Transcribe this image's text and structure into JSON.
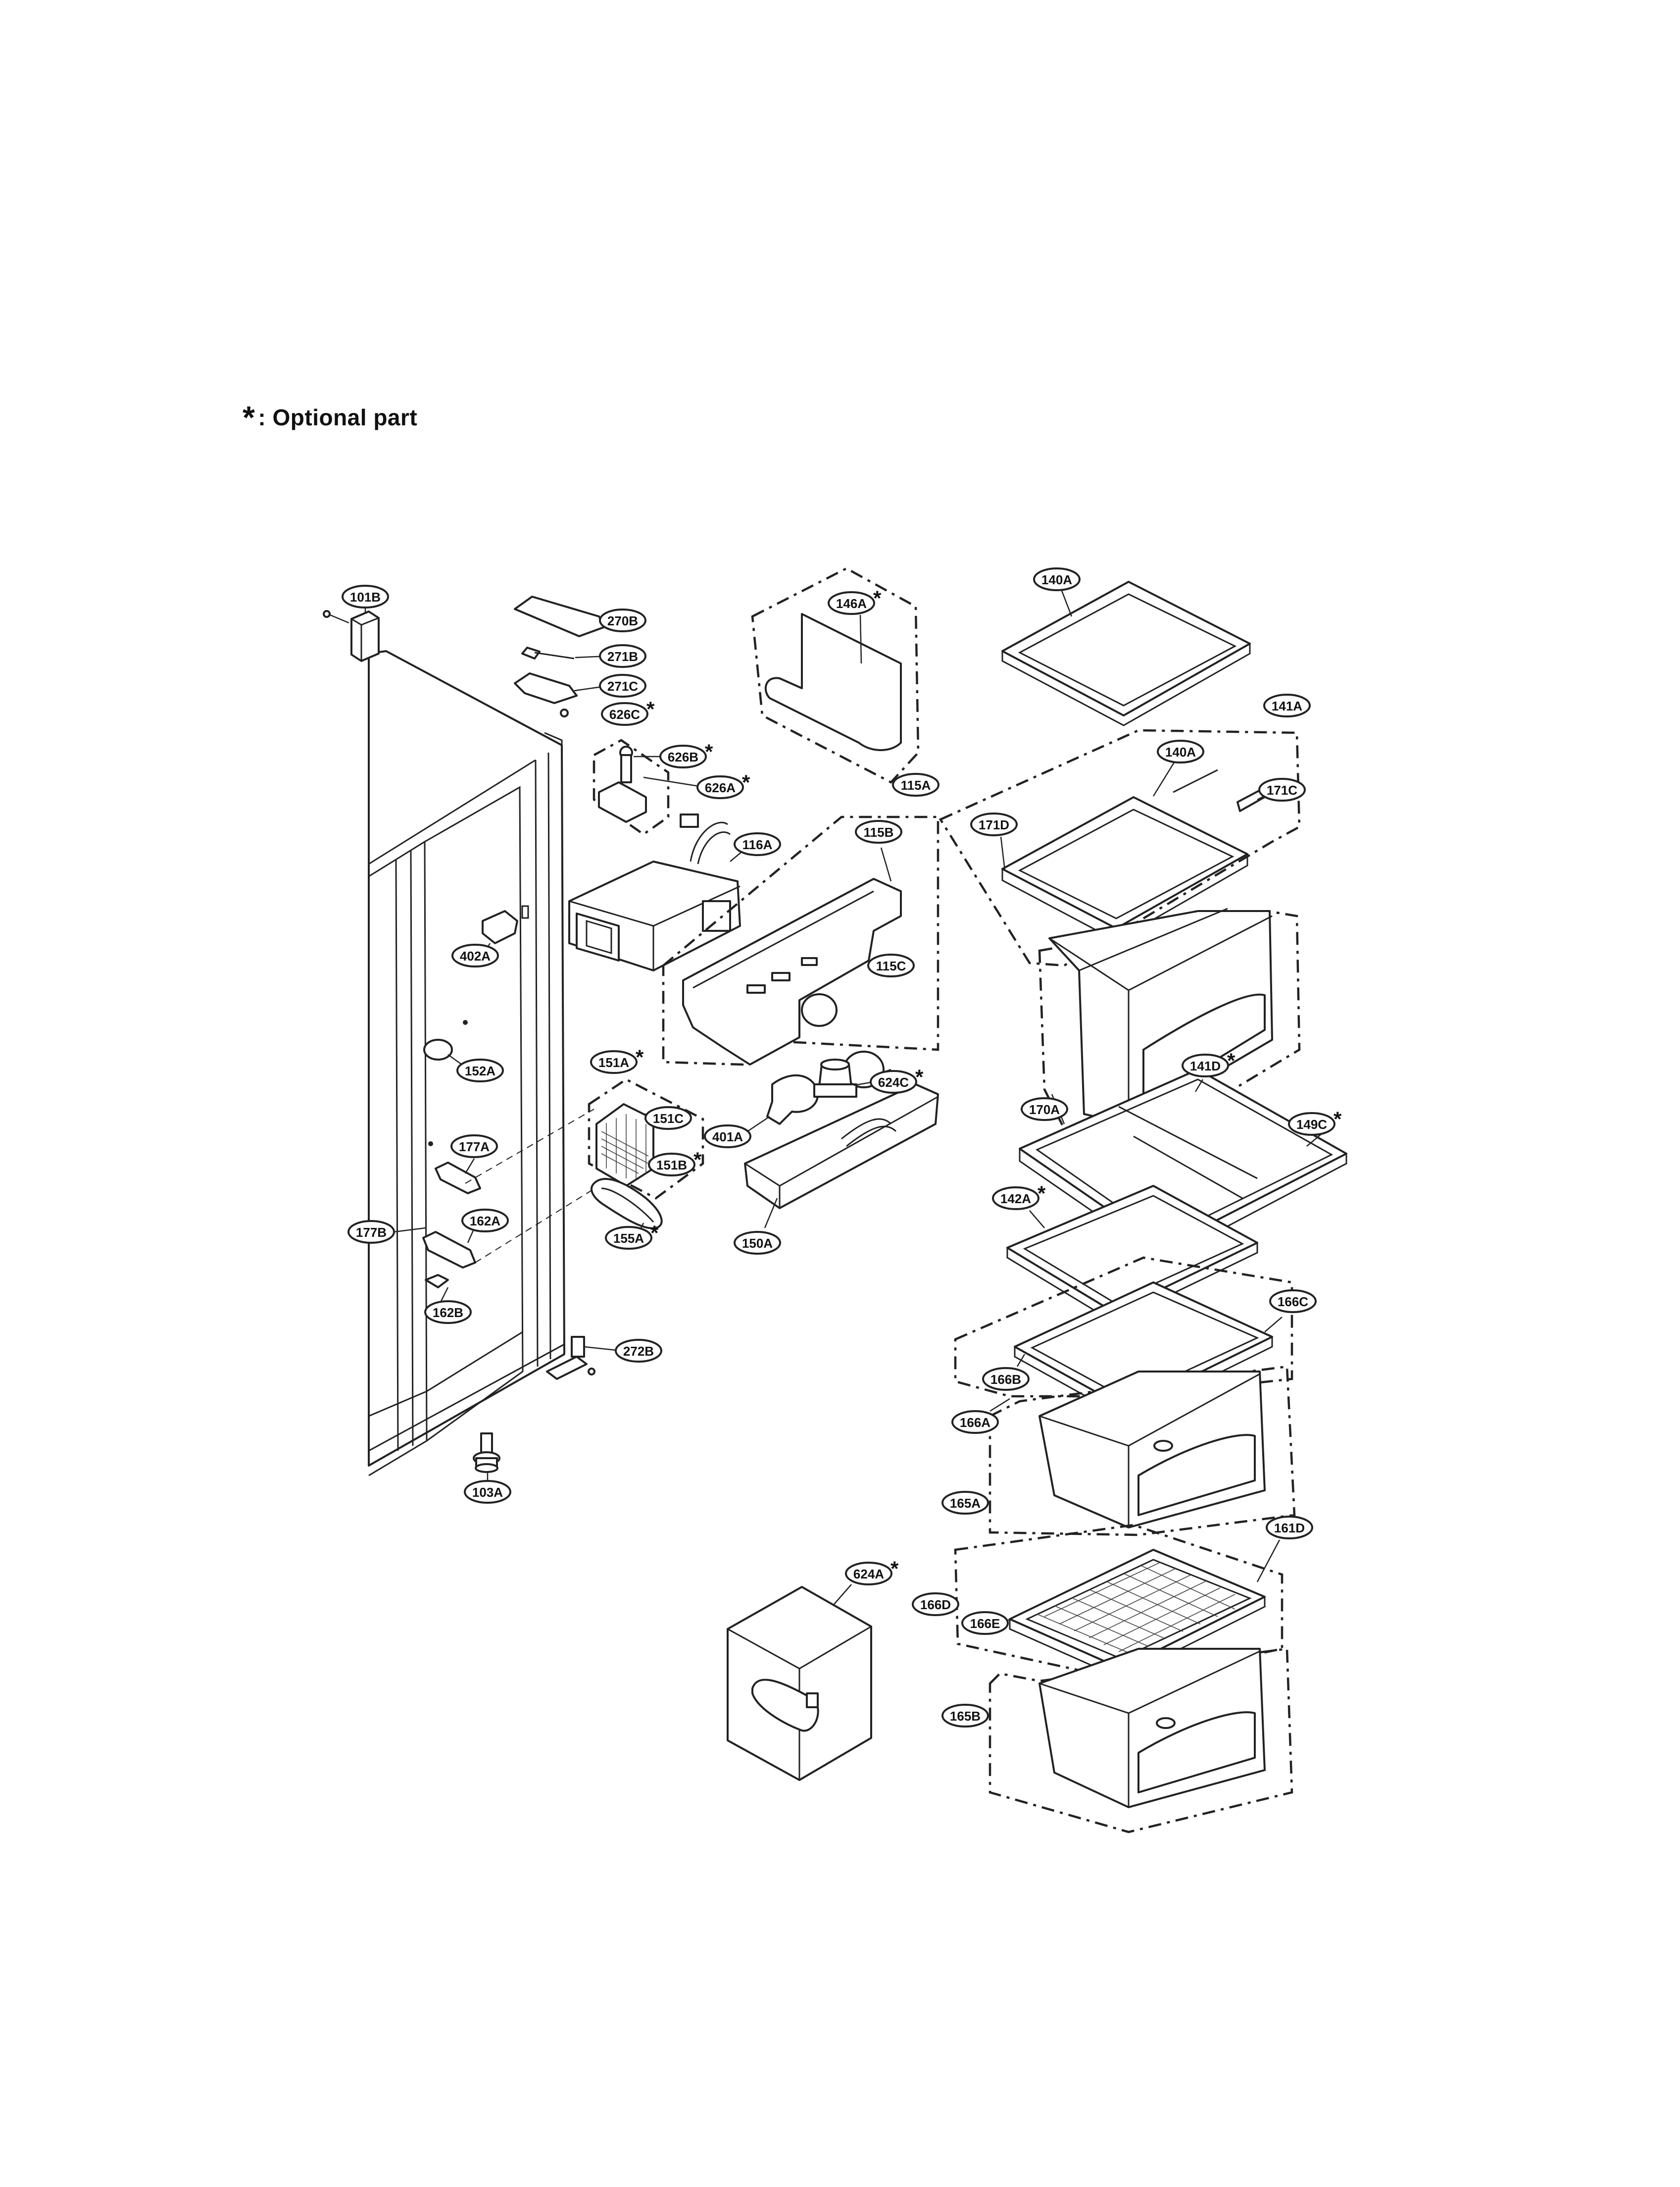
{
  "legend": {
    "symbol": "*",
    "text": ": Optional part"
  },
  "callouts": [
    {
      "id": "101B",
      "label": "101B",
      "optional": false
    },
    {
      "id": "270B",
      "label": "270B",
      "optional": false
    },
    {
      "id": "271B",
      "label": "271B",
      "optional": false
    },
    {
      "id": "271C",
      "label": "271C",
      "optional": false
    },
    {
      "id": "626C",
      "label": "626C",
      "optional": true
    },
    {
      "id": "626B",
      "label": "626B",
      "optional": true
    },
    {
      "id": "626A",
      "label": "626A",
      "optional": true
    },
    {
      "id": "116A",
      "label": "116A",
      "optional": false
    },
    {
      "id": "146A",
      "label": "146A",
      "optional": true
    },
    {
      "id": "140A_top",
      "label": "140A",
      "optional": false
    },
    {
      "id": "141A",
      "label": "141A",
      "optional": false
    },
    {
      "id": "140A",
      "label": "140A",
      "optional": false
    },
    {
      "id": "171C",
      "label": "171C",
      "optional": false
    },
    {
      "id": "171D",
      "label": "171D",
      "optional": false
    },
    {
      "id": "170A",
      "label": "170A",
      "optional": false
    },
    {
      "id": "115A",
      "label": "115A",
      "optional": false
    },
    {
      "id": "115B",
      "label": "115B",
      "optional": false
    },
    {
      "id": "115C",
      "label": "115C",
      "optional": false
    },
    {
      "id": "402A",
      "label": "402A",
      "optional": false
    },
    {
      "id": "152A",
      "label": "152A",
      "optional": false
    },
    {
      "id": "151A",
      "label": "151A",
      "optional": true
    },
    {
      "id": "151C",
      "label": "151C",
      "optional": false
    },
    {
      "id": "151B",
      "label": "151B",
      "optional": true
    },
    {
      "id": "624C",
      "label": "624C",
      "optional": true
    },
    {
      "id": "401A",
      "label": "401A",
      "optional": false
    },
    {
      "id": "177A",
      "label": "177A",
      "optional": false
    },
    {
      "id": "177B",
      "label": "177B",
      "optional": false
    },
    {
      "id": "162A",
      "label": "162A",
      "optional": false
    },
    {
      "id": "162B",
      "label": "162B",
      "optional": false
    },
    {
      "id": "155A",
      "label": "155A",
      "optional": true
    },
    {
      "id": "150A",
      "label": "150A",
      "optional": false
    },
    {
      "id": "141D",
      "label": "141D",
      "optional": true
    },
    {
      "id": "149C",
      "label": "149C",
      "optional": true
    },
    {
      "id": "142A",
      "label": "142A",
      "optional": true
    },
    {
      "id": "166C",
      "label": "166C",
      "optional": false
    },
    {
      "id": "166B",
      "label": "166B",
      "optional": false
    },
    {
      "id": "166A",
      "label": "166A",
      "optional": false
    },
    {
      "id": "272B",
      "label": "272B",
      "optional": false
    },
    {
      "id": "103A",
      "label": "103A",
      "optional": false
    },
    {
      "id": "165A",
      "label": "165A",
      "optional": false
    },
    {
      "id": "161D",
      "label": "161D",
      "optional": false
    },
    {
      "id": "624A",
      "label": "624A",
      "optional": true
    },
    {
      "id": "166D",
      "label": "166D",
      "optional": false
    },
    {
      "id": "166E",
      "label": "166E",
      "optional": false
    },
    {
      "id": "165B",
      "label": "165B",
      "optional": false
    }
  ]
}
